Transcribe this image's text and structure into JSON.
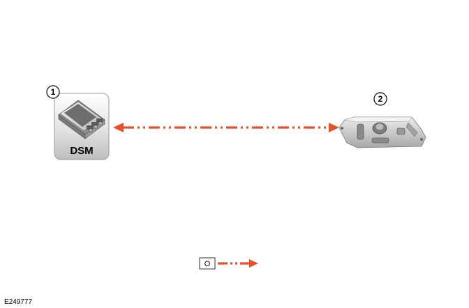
{
  "components": [
    {
      "callout": "1",
      "label": "DSM",
      "icon": "control-module-icon"
    },
    {
      "callout": "2",
      "label": "",
      "icon": "seat-switch-pack-icon"
    }
  ],
  "connection": {
    "style": "dash-dot-dot",
    "color": "#e8522b",
    "bidirectional": true
  },
  "key": {
    "symbol": "O",
    "color": "#e8522b"
  },
  "figure_id": "E249777"
}
